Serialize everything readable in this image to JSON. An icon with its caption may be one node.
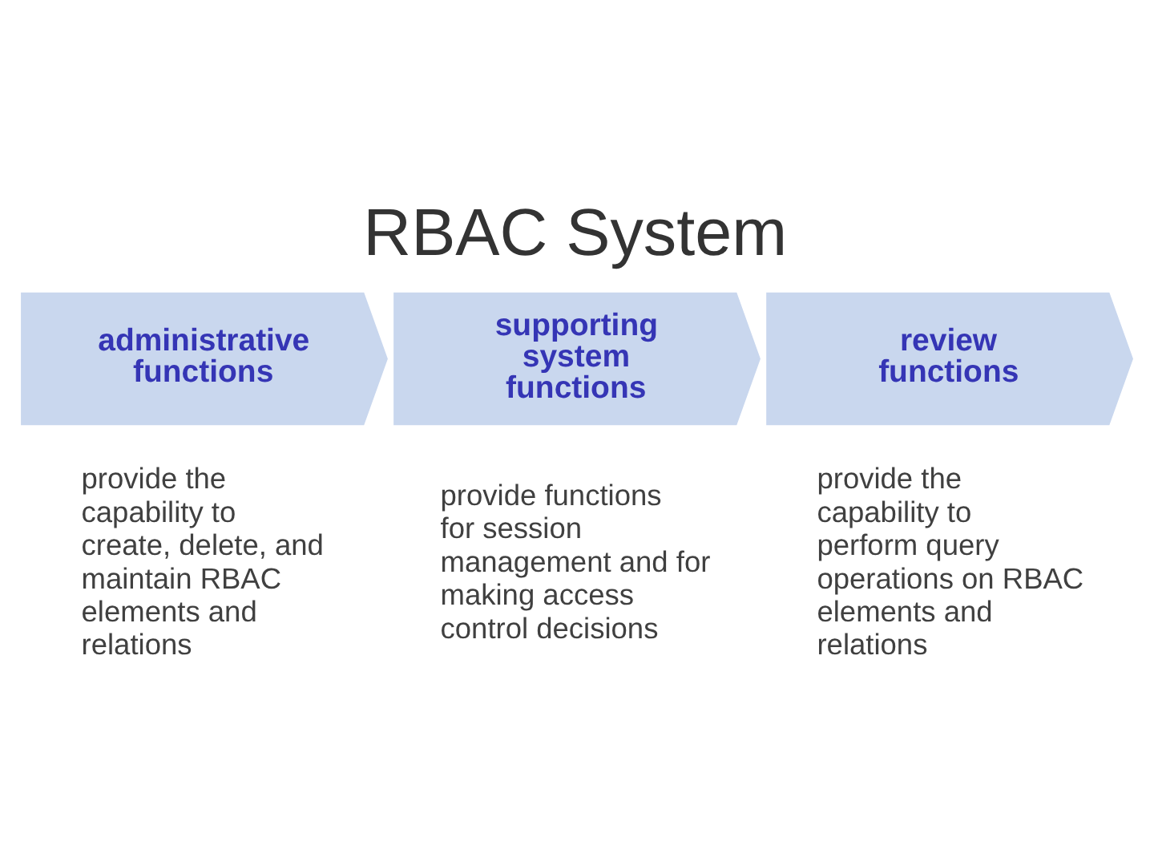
{
  "diagram": {
    "title": "RBAC System",
    "nodes": [
      {
        "text": [
          "administrative functions"
        ],
        "beside": [
          "provide the capability to create, delete, and maintain RBAC elements and relations"
        ]
      },
      {
        "text": [
          "supporting system functions"
        ],
        "beside": [
          "provide functions for session management and for making access control decisions"
        ]
      },
      {
        "text": [
          "review functions"
        ],
        "beside": [
          "provide the capability to perform query operations on RBAC elements and relations"
        ]
      }
    ]
  }
}
